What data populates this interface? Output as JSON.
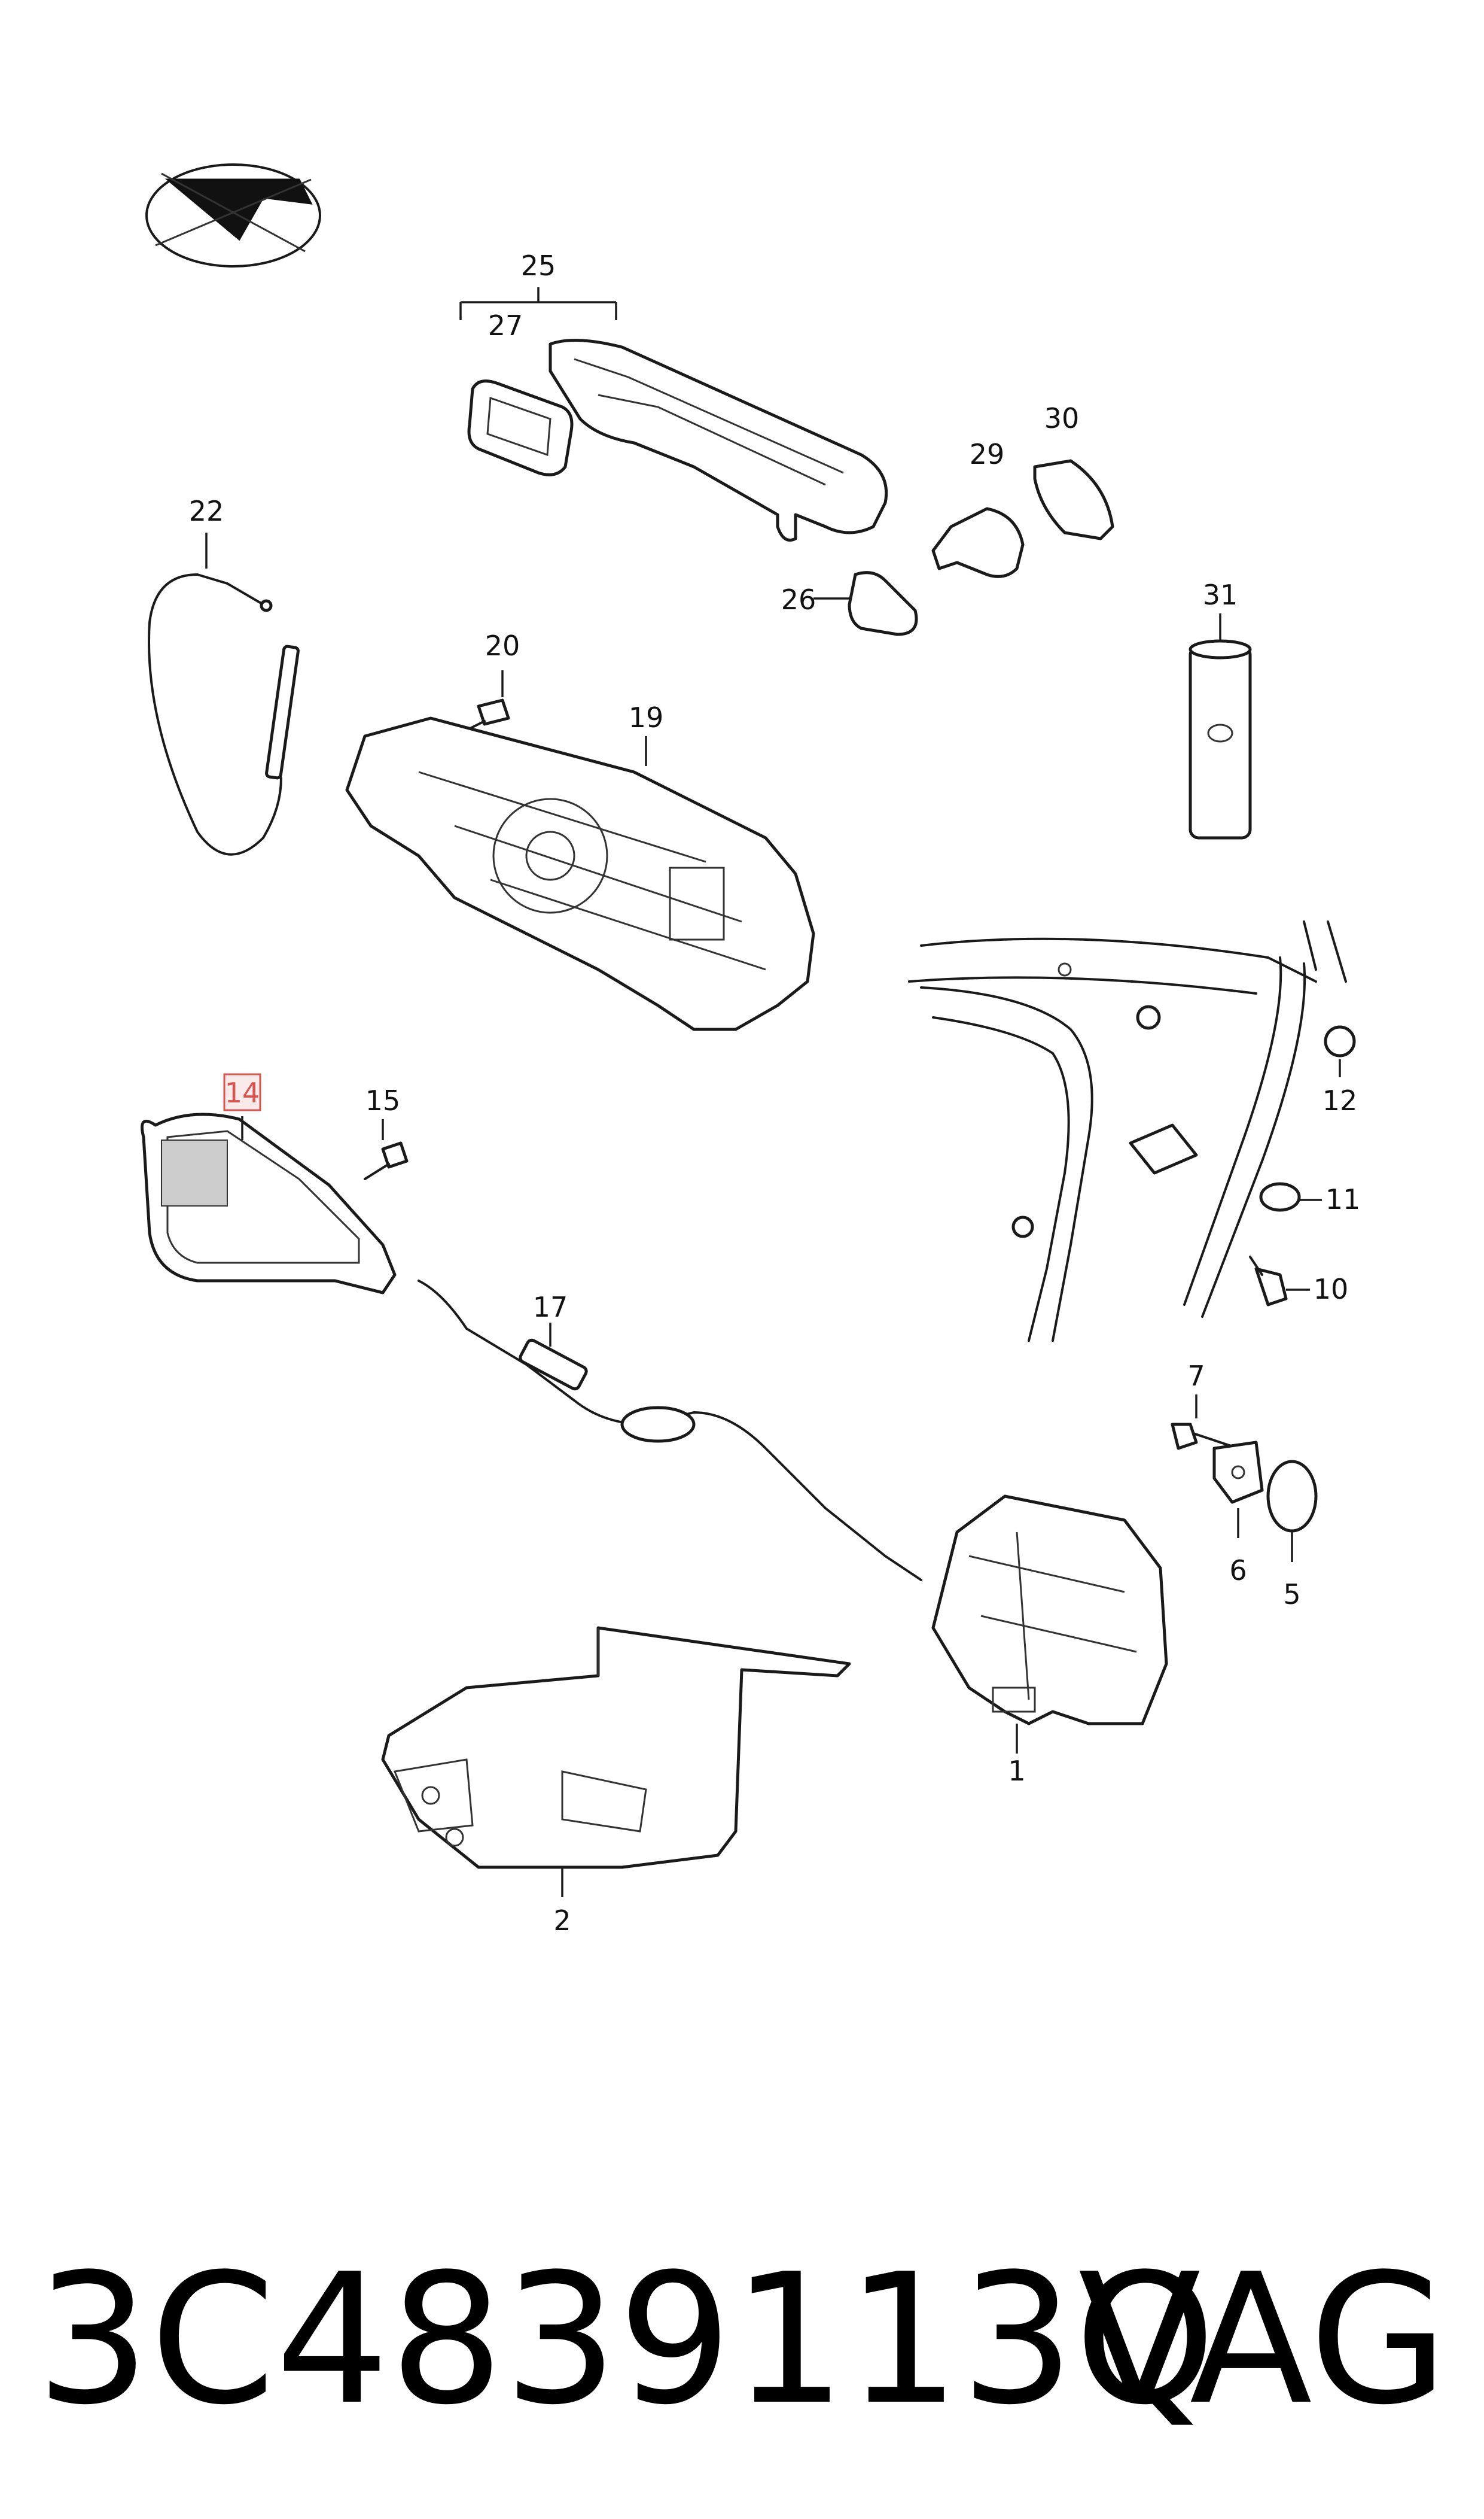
{
  "part_number": "3C4839113Q",
  "brand": "VAG",
  "highlighted_callout": "14",
  "highlight_color": "#d9534f",
  "callouts": [
    "1",
    "2",
    "5",
    "6",
    "7",
    "10",
    "11",
    "12",
    "14",
    "15",
    "17",
    "19",
    "20",
    "22",
    "25",
    "26",
    "27",
    "29",
    "30",
    "31"
  ],
  "icons": [
    "manufacturer-logo-icon"
  ]
}
